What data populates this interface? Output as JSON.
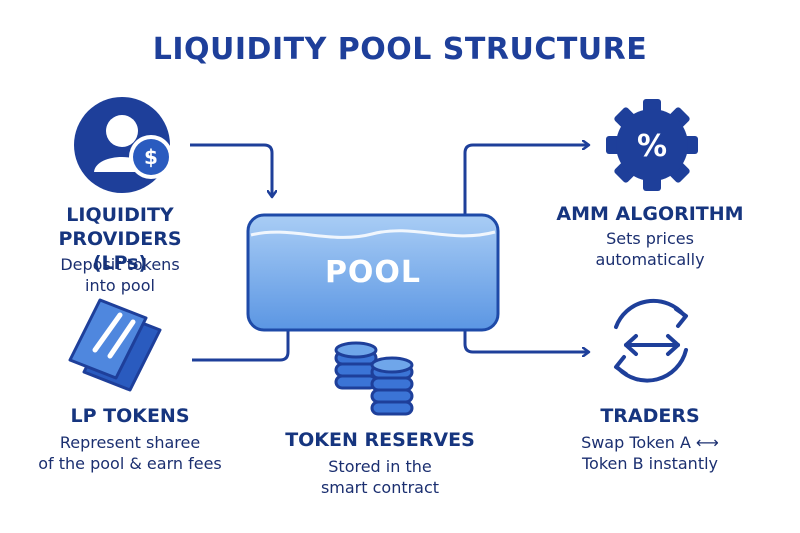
{
  "title": "LIQUIDITY POOL STRUCTURE",
  "pool": {
    "label": "POOL"
  },
  "nodes": {
    "lps": {
      "title_line1": "LIQUIDITY",
      "title_line2": "PROVIDERS (LPs)",
      "desc_line1": "Deposit tokens",
      "desc_line2": "into pool",
      "icon": "user-dollar-icon"
    },
    "lp_tokens": {
      "title": "LP TOKENS",
      "desc_line1": "Represent sharee",
      "desc_line2": "of the pool & earn fees",
      "icon": "lp-token-icon"
    },
    "reserves": {
      "title": "TOKEN RESERVES",
      "desc_line1": "Stored in the",
      "desc_line2": "smart contract",
      "icon": "coin-stack-icon"
    },
    "amm": {
      "title": "AMM ALGORITHM",
      "desc_line1": "Sets prices",
      "desc_line2": "automatically",
      "icon": "percent-gear-icon",
      "icon_text": "%"
    },
    "traders": {
      "title": "TRADERS",
      "desc_line1": "Swap Token A ⟷",
      "desc_line2": "Token B instantly",
      "icon": "swap-arrows-icon"
    }
  },
  "colors": {
    "primary": "#1e3f9a",
    "pool_fill": "#6fa6ea",
    "pool_border": "#1e4aa8",
    "icon_fill": "#2a5bbf"
  }
}
